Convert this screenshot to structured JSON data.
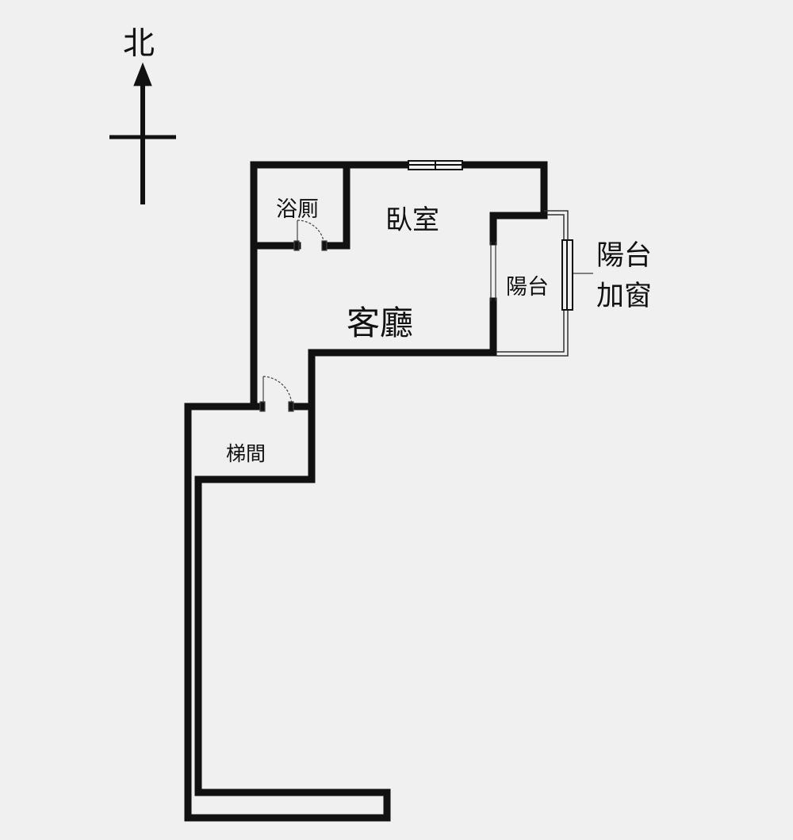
{
  "compass": {
    "label": "北"
  },
  "rooms": {
    "bathroom": "浴厠",
    "bedroom": "臥室",
    "living_room": "客廳",
    "balcony": "陽台",
    "stairwell": "梯間"
  },
  "annotations": {
    "balcony_window_line1": "陽台",
    "balcony_window_line2": "加窗"
  },
  "colors": {
    "wall": "#111111",
    "background": "#f1f0f0"
  }
}
